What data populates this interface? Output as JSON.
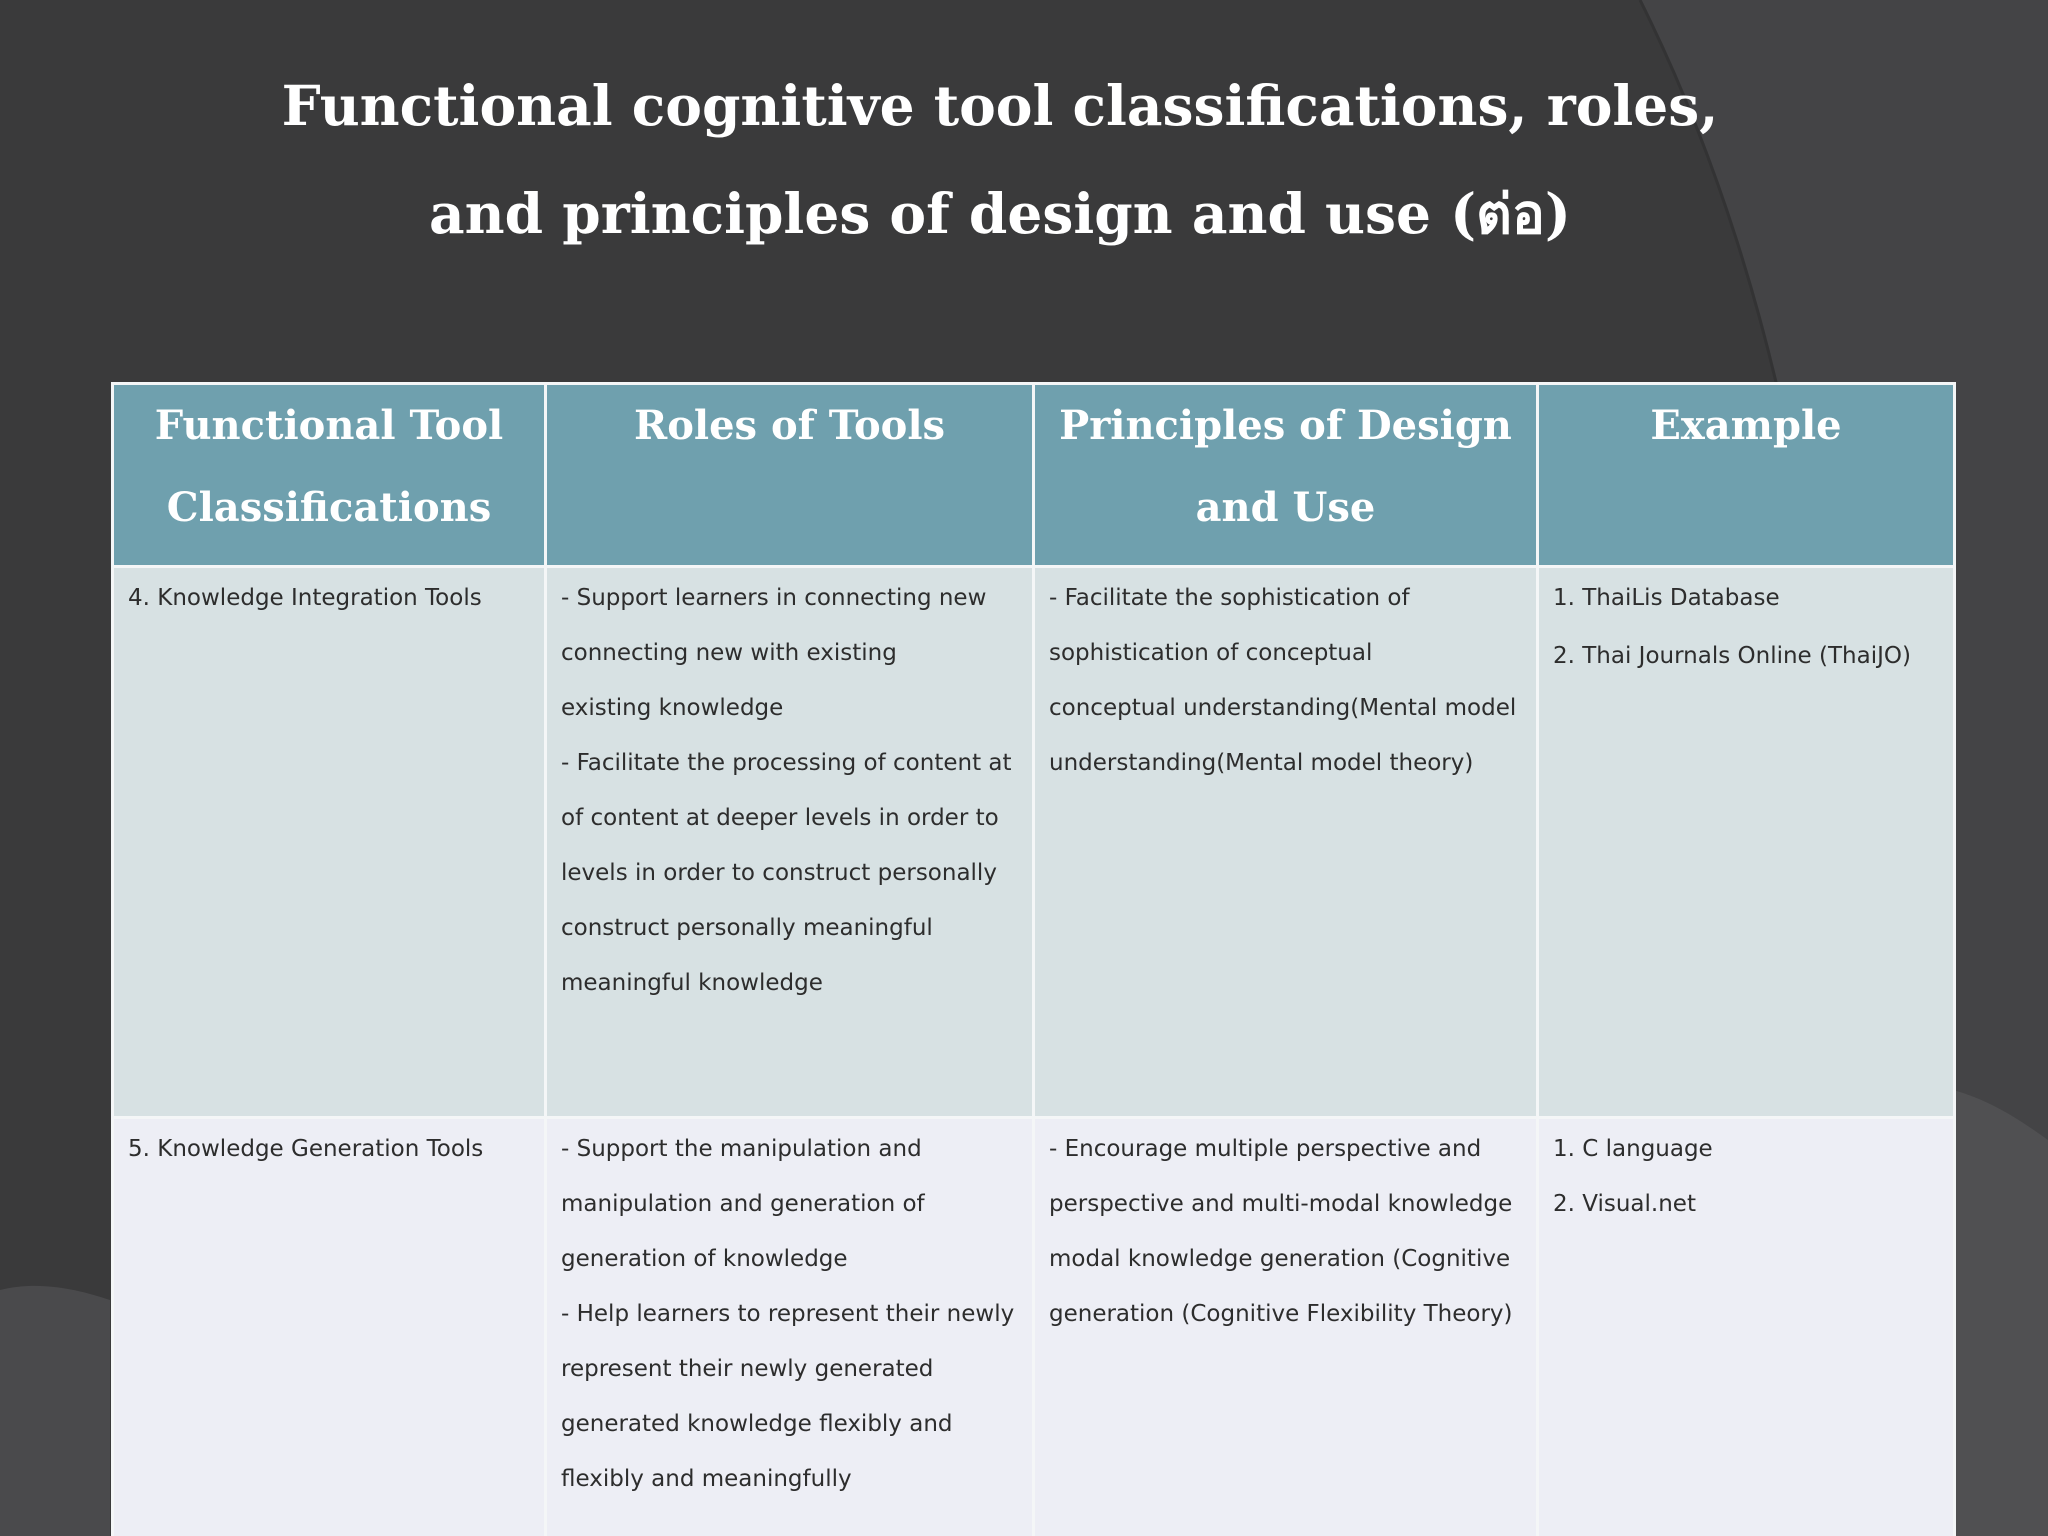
{
  "title": {
    "line1": "Functional cognitive tool classifications, roles,",
    "line2": "and principles of design and use (ต่อ)"
  },
  "table": {
    "headers": {
      "classification": [
        "Functional Tool",
        "Classifications"
      ],
      "roles": [
        "Roles of Tools"
      ],
      "principles": [
        "Principles of Design",
        "and Use"
      ],
      "example": [
        "Example"
      ]
    },
    "rows": [
      {
        "classification": "4. Knowledge Integration Tools",
        "roles": [
          "- Support learners in connecting new",
          "connecting new with existing",
          "existing knowledge",
          "- Facilitate the processing of content at",
          "of content at deeper levels in order to",
          "levels in order to construct personally",
          "construct personally meaningful",
          "meaningful knowledge"
        ],
        "principles": [
          "- Facilitate the sophistication of",
          "sophistication of conceptual",
          "conceptual understanding(Mental model",
          "understanding(Mental model theory)"
        ],
        "examples": [
          "1. ThaiLis Database",
          "2. Thai Journals Online (ThaiJO)"
        ]
      },
      {
        "classification": "5. Knowledge Generation Tools",
        "roles": [
          "- Support the manipulation and",
          "manipulation and generation of",
          "generation of knowledge",
          "- Help learners to represent their newly",
          "represent their newly generated",
          "generated knowledge flexibly and",
          "flexibly and meaningfully"
        ],
        "principles": [
          "- Encourage multiple perspective and",
          "perspective and multi-modal knowledge",
          "modal knowledge generation (Cognitive",
          "generation (Cognitive Flexibility Theory)"
        ],
        "examples": [
          "1. C language",
          "2. Visual.net"
        ]
      }
    ]
  }
}
